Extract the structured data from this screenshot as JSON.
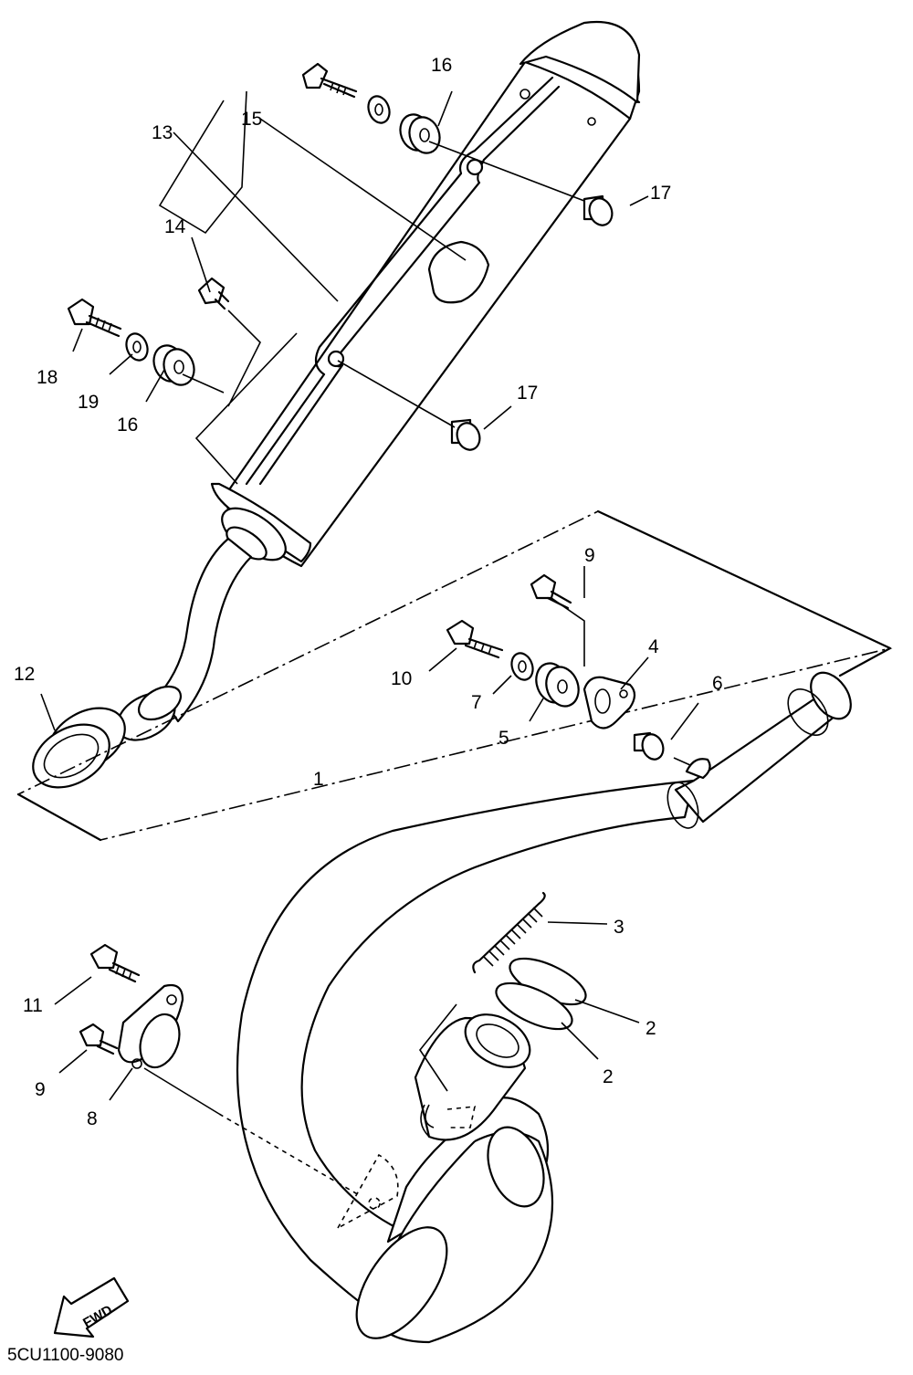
{
  "diagram": {
    "callouts": [
      {
        "id": "c1",
        "text": "1"
      },
      {
        "id": "c2a",
        "text": "2"
      },
      {
        "id": "c2b",
        "text": "2"
      },
      {
        "id": "c3",
        "text": "3"
      },
      {
        "id": "c4",
        "text": "4"
      },
      {
        "id": "c5",
        "text": "5"
      },
      {
        "id": "c6",
        "text": "6"
      },
      {
        "id": "c7",
        "text": "7"
      },
      {
        "id": "c8",
        "text": "8"
      },
      {
        "id": "c9a",
        "text": "9"
      },
      {
        "id": "c9b",
        "text": "9"
      },
      {
        "id": "c10",
        "text": "10"
      },
      {
        "id": "c11",
        "text": "11"
      },
      {
        "id": "c12",
        "text": "12"
      },
      {
        "id": "c13",
        "text": "13"
      },
      {
        "id": "c14",
        "text": "14"
      },
      {
        "id": "c15",
        "text": "15"
      },
      {
        "id": "c16a",
        "text": "16"
      },
      {
        "id": "c16b",
        "text": "16"
      },
      {
        "id": "c17a",
        "text": "17"
      },
      {
        "id": "c17b",
        "text": "17"
      },
      {
        "id": "c18",
        "text": "18"
      },
      {
        "id": "c19",
        "text": "19"
      }
    ],
    "fwd_label": "FWD",
    "drawing_code": "5CU1100-9080"
  }
}
